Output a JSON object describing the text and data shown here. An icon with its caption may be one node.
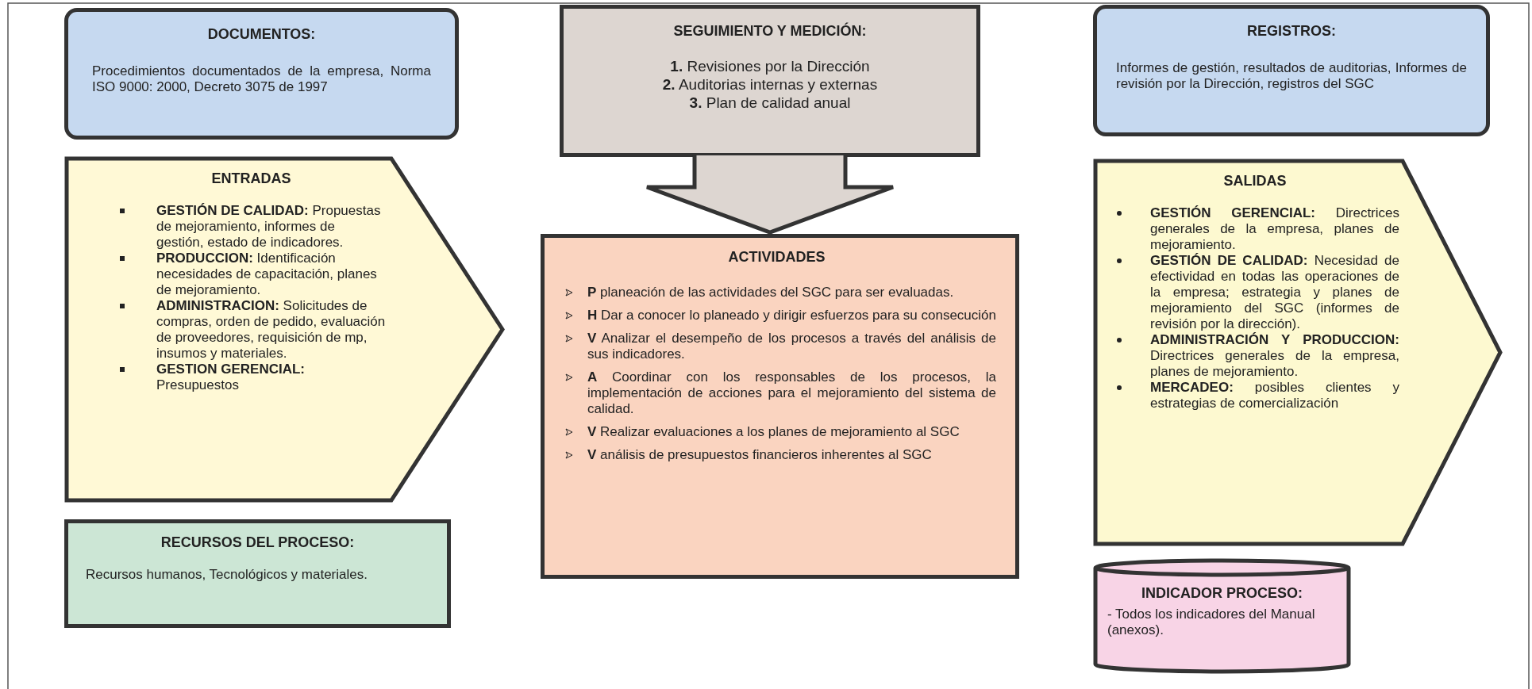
{
  "diagram": {
    "nodes": [
      {
        "text": [
          "DOCUMENTOS:",
          "Procedimientos documentados de la empresa, Norma ISO 9000: 2000, Decreto 3075 de 1997"
        ]
      },
      {
        "text": [
          "SEGUIMIENTO Y MEDICIÓN:",
          "**1.** Revisiones por la Dirección",
          "**2.** Auditorias internas y externas",
          "**3.** Plan de calidad anual"
        ]
      },
      {
        "text": [
          "REGISTROS:",
          "Informes de gestión, resultados de auditorias, Informes de revisión por la Dirección, registros del SGC"
        ]
      },
      {
        "text": [
          "ENTRADAS",
          "**GESTIÓN DE CALIDAD:** Propuestas de mejoramiento, informes de gestión, estado de indicadores.",
          "**PRODUCCION:** Identificación necesidades de capacitación, planes de mejoramiento.",
          "**ADMINISTRACION:** Solicitudes de compras, orden de pedido, evaluación de proveedores, requisición de mp, insumos y materiales.",
          "**GESTION GERENCIAL:** Presupuestos"
        ]
      },
      {
        "text": [
          "ACTIVIDADES",
          "**P** planeación de las actividades del SGC para ser evaluadas.",
          "**H** Dar a conocer lo planeado y dirigir esfuerzos para su consecución",
          "**V** Analizar el desempeño de los procesos a través del análisis de sus indicadores.",
          "**A** Coordinar con los responsables de los procesos, la implementación de acciones para el mejoramiento del sistema de calidad.",
          "**V** Realizar evaluaciones a los planes de mejoramiento al SGC",
          "**V** análisis de presupuestos financieros inherentes al SGC"
        ]
      },
      {
        "text": [
          "SALIDAS",
          "**GESTIÓN GERENCIAL:** Directrices generales de la empresa, planes de mejoramiento.",
          "**GESTIÓN DE CALIDAD:** Necesidad de efectividad en todas las operaciones de la empresa; estrategia y planes de mejoramiento del SGC (informes de revisión por la dirección).",
          "**ADMINISTRACIÓN Y PRODUCCION:** Directrices generales de la empresa, planes de mejoramiento.",
          "**MERCADEO:** posibles clientes y estrategias de comercialización"
        ]
      },
      {
        "text": [
          "RECURSOS DEL PROCESO:",
          "Recursos humanos, Tecnológicos y materiales."
        ]
      },
      {
        "text": [
          "INDICADOR PROCESO:",
          "- Todos los indicadores del Manual (anexos)."
        ]
      }
    ],
    "edges": [
      {
        "from": 1,
        "to": 4,
        "arrow": "to"
      }
    ]
  }
}
